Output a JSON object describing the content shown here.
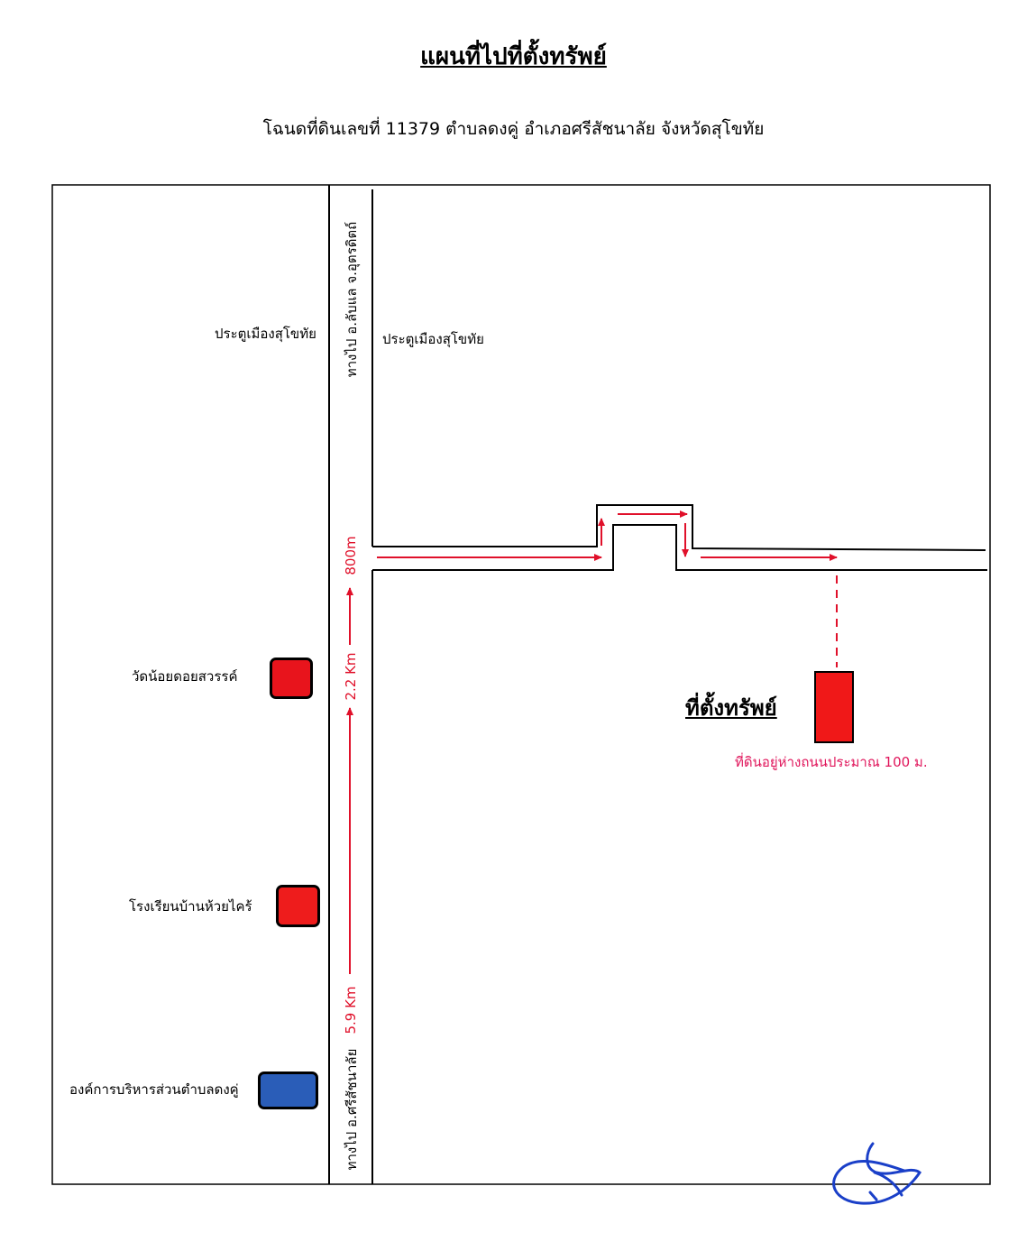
{
  "header": {
    "title": "แผนที่ไปที่ตั้งทรัพย์",
    "subtitle": "โฉนดที่ดินเลขที่ 11379 ตำบลดงคู่ อำเภอศรีสัชนาลัย จังหวัดสุโขทัย"
  },
  "roads": {
    "north_label": "ทางไป อ.ลับแล จ.อุตรดิตถ์",
    "south_label": "ทางไป อ.ศรีสัชนาลัย",
    "gate_left": "ประตูเมืองสุโขทัย",
    "gate_right": "ประตูเมืองสุโขทัย"
  },
  "distances": {
    "d1": "5.9 Km",
    "d2": "2.2 Km",
    "d3": "800m"
  },
  "landmarks": [
    {
      "label": "วัดน้อยดอยสวรรค์",
      "color": "#e8141c"
    },
    {
      "label": "โรงเรียนบ้านห้วยไคร้",
      "color": "#ee1c1c"
    },
    {
      "label": "องค์การบริหารส่วนตำบลดงคู่",
      "color": "#2a5db8"
    }
  ],
  "property": {
    "title": "ที่ตั้งทรัพย์",
    "note": "ที่ดินอยู่ห่างถนนประมาณ 100 ม.",
    "color": "#f01818"
  },
  "signature": {
    "present": true,
    "color": "#1a3fc8"
  }
}
